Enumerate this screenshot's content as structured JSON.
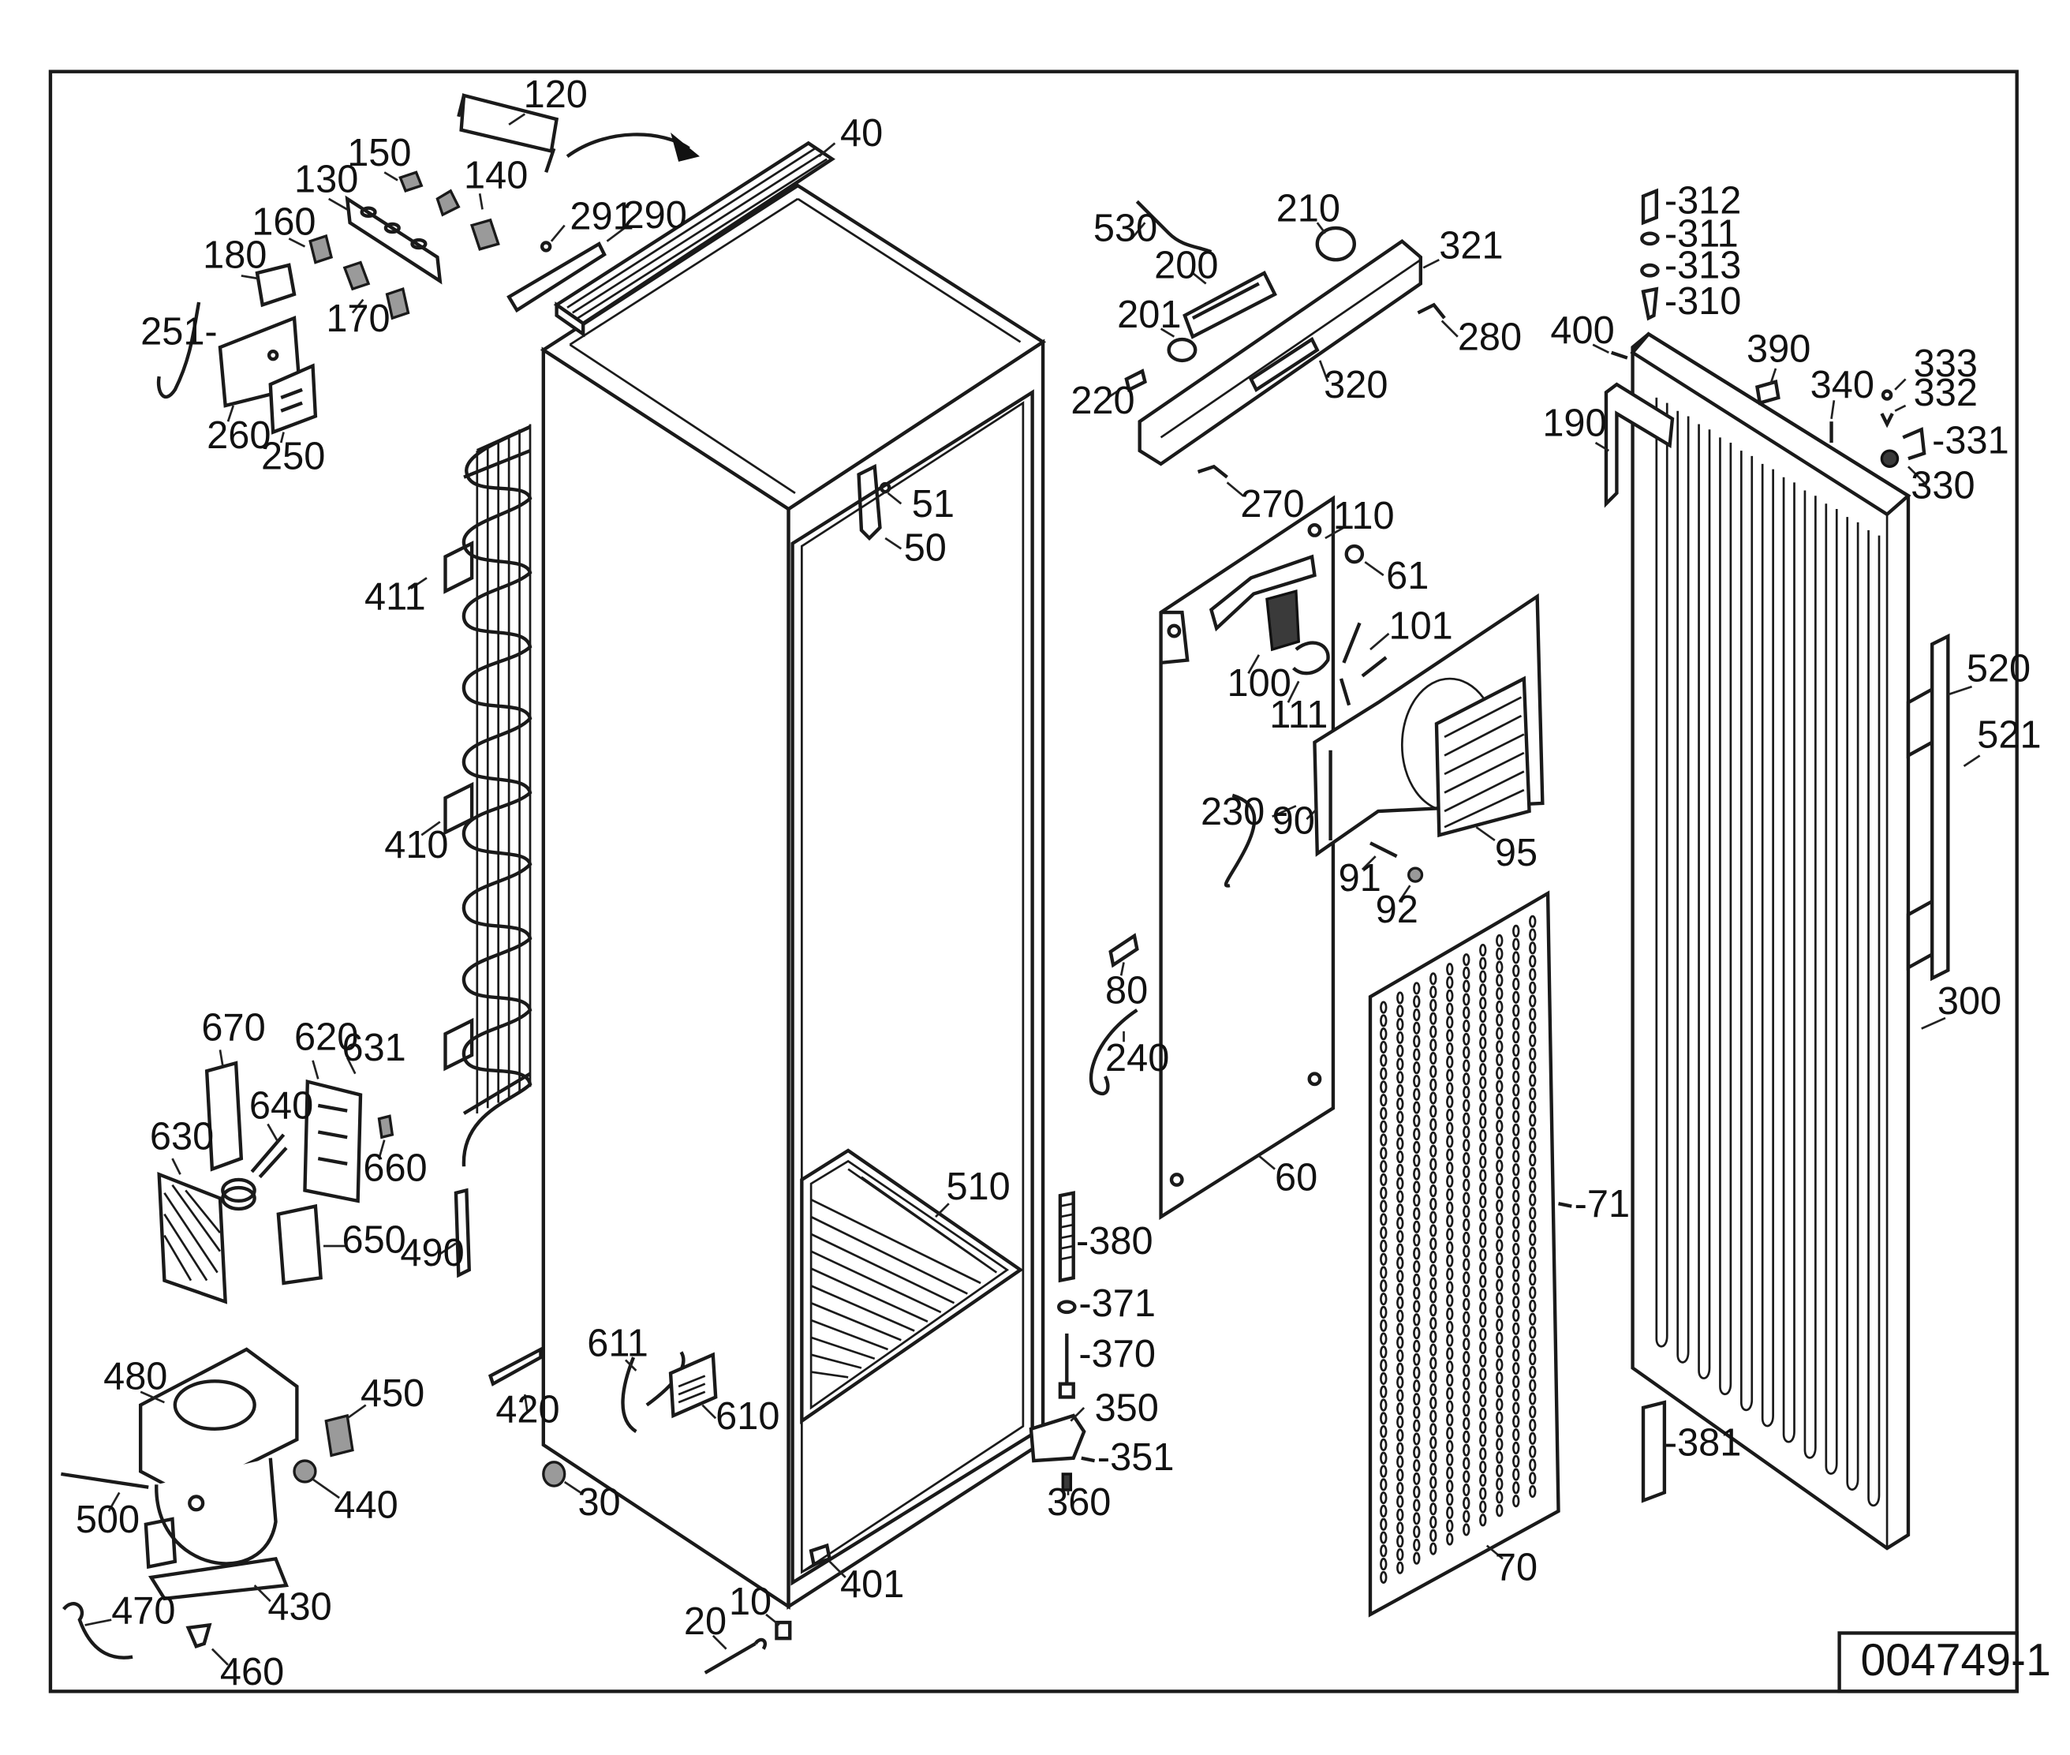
{
  "drawing_reference": "004749-1",
  "labels": {
    "p10": "10",
    "p20": "20",
    "p30": "30",
    "p40": "40",
    "p50": "50",
    "p51": "51",
    "p60": "60",
    "p61": "61",
    "p70": "70",
    "p71": "-71",
    "p80": "80",
    "p90": "90",
    "p91": "91",
    "p92": "92",
    "p95": "95",
    "p100": "100",
    "p101": "101",
    "p110": "110",
    "p111": "111",
    "p120": "120",
    "p130": "130",
    "p140": "140",
    "p150": "150",
    "p160": "160",
    "p170": "170",
    "p180": "180",
    "p190": "190",
    "p200": "200",
    "p201": "201",
    "p210": "210",
    "p220": "220",
    "p230": "230 -",
    "p240": "240",
    "p250": "250",
    "p251": "251-",
    "p260": "260",
    "p270": "270",
    "p280": "280",
    "p290": "290",
    "p291": "291",
    "p300": "300",
    "p310": "-310",
    "p311": "-311",
    "p312": "-312",
    "p313": "-313",
    "p320": "320",
    "p321": "321",
    "p330": "330",
    "p331": "-331",
    "p332": "332",
    "p333": "333",
    "p340": "340",
    "p350": "350",
    "p351": "-351",
    "p360": "360",
    "p370": "-370",
    "p371": "-371",
    "p380": "-380",
    "p381": "-381",
    "p390": "390",
    "p400": "400",
    "p401": "401",
    "p410": "410",
    "p411": "411",
    "p420": "420",
    "p430": "430",
    "p440": "440",
    "p450": "450",
    "p460": "460",
    "p470": "470",
    "p480": "480",
    "p490": "490",
    "p500": "500",
    "p510": "510",
    "p520": "520",
    "p521": "521",
    "p530": "530",
    "p610": "610",
    "p611": "611",
    "p620": "620",
    "p630": "630",
    "p631": "631",
    "p640": "640",
    "p650": "650",
    "p660": "660",
    "p670": "670"
  }
}
